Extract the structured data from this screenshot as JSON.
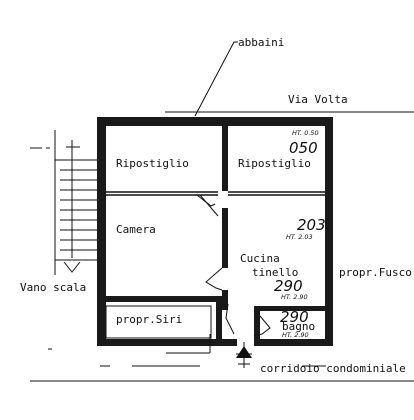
{
  "labels": {
    "abbaini": "abbaini",
    "via_volta": "Via Volta",
    "ripostiglio_left": "Ripostiglio",
    "ripostiglio_right": "Ripostiglio",
    "camera": "Camera",
    "cucina": "Cucina",
    "tinello": "tinello",
    "vano_scala": "Vano scala",
    "propr_fusco": "propr.Fusco",
    "propr_siri": "propr.Siri",
    "bagno": "bagno",
    "corridoio": "corridoio condominiale"
  },
  "heights": {
    "ripostiglio_ht": "HT. 0.50",
    "ripostiglio_num": "050",
    "camera_num": "203",
    "camera_ht": "HT. 2.03",
    "tinello_num": "290",
    "tinello_ht": "HT. 2.90",
    "bagno_num": "290",
    "bagno_ht": "HT. 2.90"
  }
}
